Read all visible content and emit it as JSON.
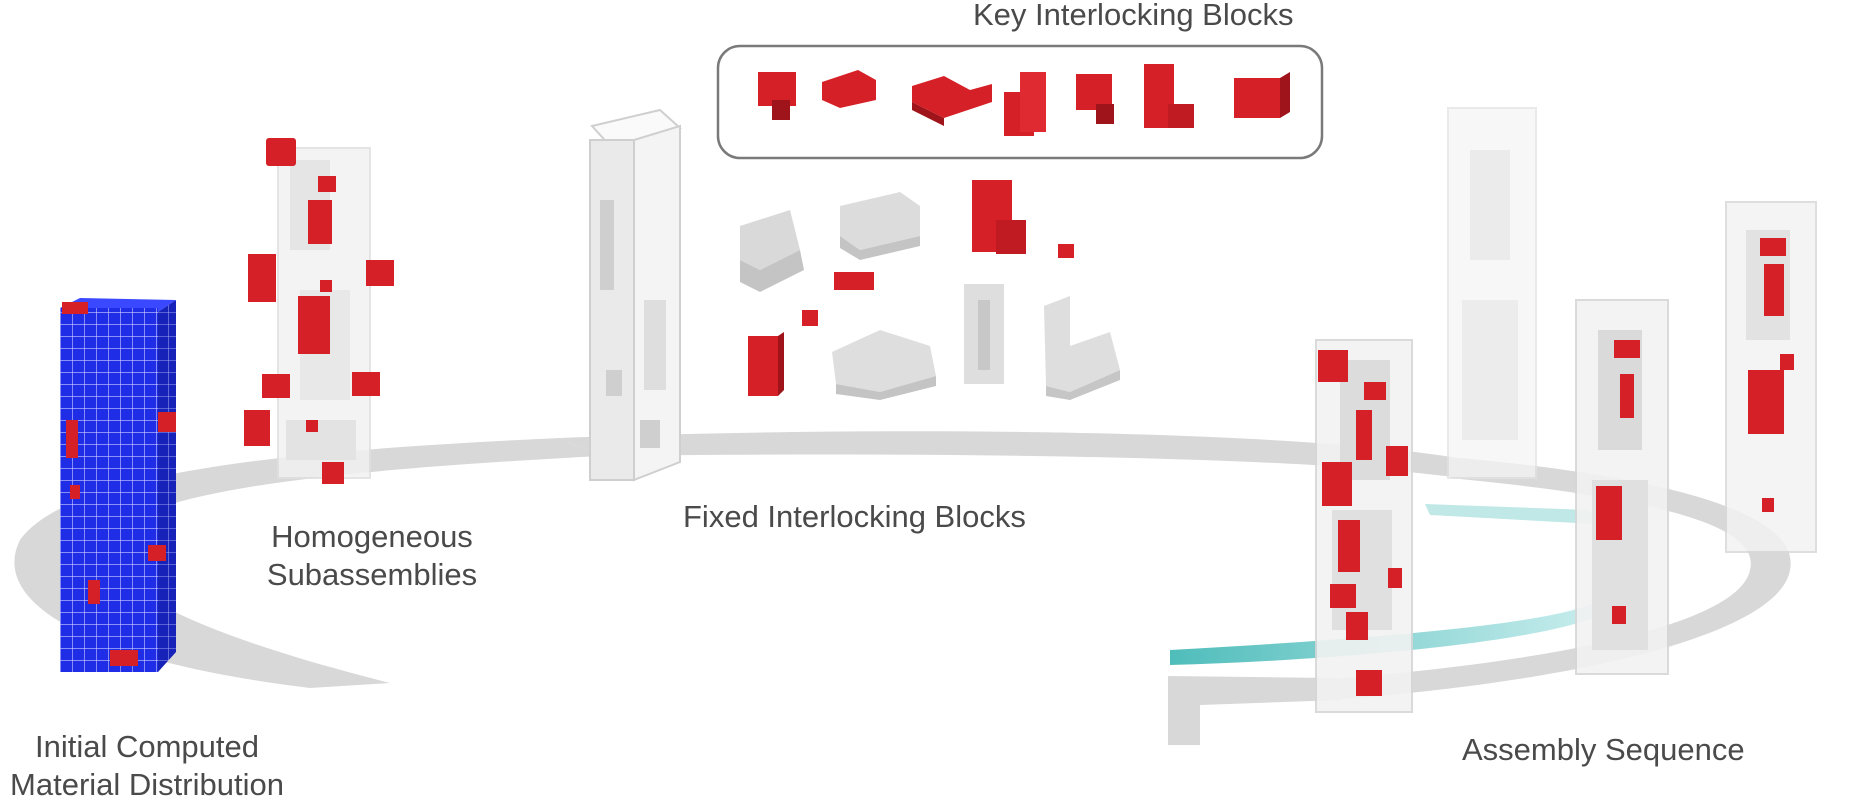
{
  "labels": {
    "key_blocks": "Key Interlocking Blocks",
    "fixed_blocks": "Fixed Interlocking Blocks",
    "homog_line1": "Homogeneous",
    "homog_line2": "Subassemblies",
    "initial_line1": "Initial Computed",
    "initial_line2": "Material Distribution",
    "assembly": "Assembly Sequence"
  },
  "colors": {
    "red": "#d62027",
    "red_dark": "#9f141a",
    "blue": "#1f2ee6",
    "grey_block": "#e3e3e3",
    "grey_dark": "#b9b9b9",
    "ring": "#d7d7d7",
    "teal": "#5fc6c4",
    "text": "#4a4a4a"
  }
}
